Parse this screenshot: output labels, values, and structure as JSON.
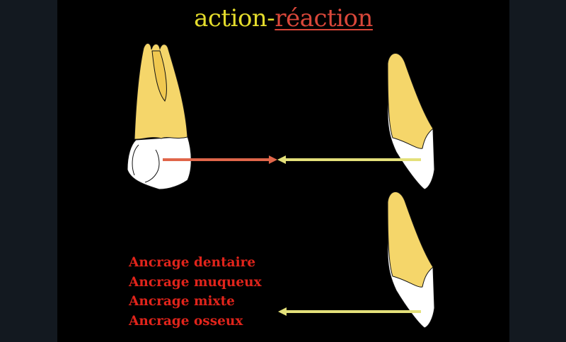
{
  "slide": {
    "title_part1": "action-",
    "title_part2": "réaction",
    "anchorage_list": [
      "Ancrage dentaire",
      "Ancrage muqueux",
      "Ancrage mixte",
      "Ancrage osseux"
    ]
  },
  "colors": {
    "background": "#000000",
    "side": "#131920",
    "yellow": "#f5d66a",
    "arrow_red": "#e0664a",
    "arrow_yellow": "#e4e07a",
    "text_red": "#e0241b"
  }
}
